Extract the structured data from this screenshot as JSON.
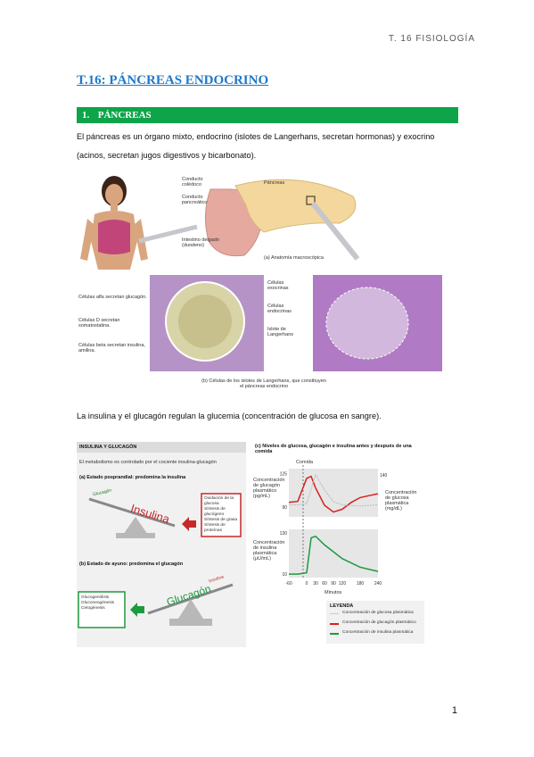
{
  "header": {
    "running_title": "T. 16 FISIOLOGÍA"
  },
  "title": "T.16: PÁNCREAS ENDOCRINO",
  "section": {
    "number": "1.",
    "heading": "PÁNCREAS"
  },
  "paragraphs": {
    "p1": "El páncreas es un órgano mixto, endocrino (islotes de Langerhans, secretan hormonas) y exocrino (acinos, secretan jugos digestivos y bicarbonato).",
    "p2": "La insulina y el glucagón regulan la glucemia (concentración de glucosa en sangre)."
  },
  "figure1": {
    "labels": {
      "conducto_coledoco": "Conducto colédoco",
      "conducto_pancreatico": "Conducto pancreático",
      "pancreas": "Páncreas",
      "intestino": "Intestino delgado (duodeno)",
      "caption_a": "(a) Anatomía macroscópica",
      "celulas_alfa": "Células alfa",
      "celulas_alfa_sec": "secretan glucagón.",
      "celulas_d": "Células D",
      "celulas_d_sec": "secretan somatostatina.",
      "celulas_beta": "Células beta",
      "celulas_beta_sec": "secretan insulina, amilina.",
      "celulas_exocrinas": "Células exocrinas",
      "celulas_endocrinas": "Células endocrinas",
      "islote": "Islote de Langerhans",
      "caption_b": "(b) Células de los islotes de Langerhans, que constituyen el páncreas endocrino"
    }
  },
  "figure2": {
    "left": {
      "heading": "INSULINA Y GLUCAGÓN",
      "intro": "El metabolismo es controlado por el cociente insulina-glucagón",
      "a_title": "(a) Estado posprandial: predomina la insulina",
      "b_title": "(b) Estado de ayuno: predomina el glucagón",
      "seesaw_a_small": "Glucagón",
      "seesaw_a_big": "Insulina",
      "seesaw_b_small": "Insulina",
      "seesaw_b_big": "Glucagón",
      "effects_a": [
        "Oxidación de la glucosa",
        "Síntesis de glucógeno",
        "Síntesis de grasa",
        "Síntesis de proteínas"
      ],
      "effects_b": [
        "Glucogenólisis",
        "Gluconeogénesis",
        "Cetogénesis"
      ]
    },
    "right": {
      "title": "(c) Niveles de glucosa, glucagón e insulina antes y después de una comida",
      "meal_label": "Comida",
      "y_top_label": "Concentración de glucagón plasmático (pg/mL)",
      "y_top_right_label": "Concentración de glucosa plasmática (mg/dL)",
      "y_bottom_label": "Concentración de insulina plasmática (μU/mL)",
      "x_label": "Minutos",
      "legend_title": "LEYENDA",
      "legend": [
        "Concentración de glucosa plasmática",
        "Concentración de glucagón plasmático",
        "Concentración de insulina plasmática"
      ]
    },
    "chart_data": [
      {
        "type": "line",
        "title": "Niveles de glucosa, glucagón e insulina antes y después de una comida",
        "xlabel": "Minutos",
        "x_ticks": [
          -60,
          0,
          30,
          60,
          90,
          120,
          180,
          240
        ],
        "series": [
          {
            "name": "Concentración de glucagón plasmático",
            "color": "#d62020",
            "axis": "glucagon",
            "x": [
              -60,
              -30,
              0,
              15,
              30,
              60,
              90,
              120,
              150,
              180,
              210,
              240
            ],
            "y": [
              95,
              96,
              120,
              122,
              110,
              92,
              85,
              88,
              95,
              100,
              102,
              104
            ]
          },
          {
            "name": "Concentración de glucosa plasmática",
            "color": "#bbbbbb",
            "axis": "glucose",
            "x": [
              -60,
              -30,
              0,
              30,
              60,
              90,
              120,
              180,
              240
            ],
            "y": [
              90,
              90,
              92,
              140,
              115,
              95,
              90,
              88,
              90
            ]
          },
          {
            "name": "Concentración de insulina plasmática",
            "color": "#1d9a40",
            "axis": "insulin",
            "x": [
              -60,
              -30,
              0,
              15,
              30,
              60,
              90,
              120,
              180,
              240
            ],
            "y": [
              10,
              10,
              14,
              115,
              120,
              95,
              75,
              55,
              30,
              18
            ]
          }
        ],
        "glucagon_ticks": [
          90,
          125
        ],
        "glucose_ticks": [
          140
        ],
        "insulin_ticks": [
          10,
          130
        ]
      }
    ]
  },
  "page_number": "1"
}
